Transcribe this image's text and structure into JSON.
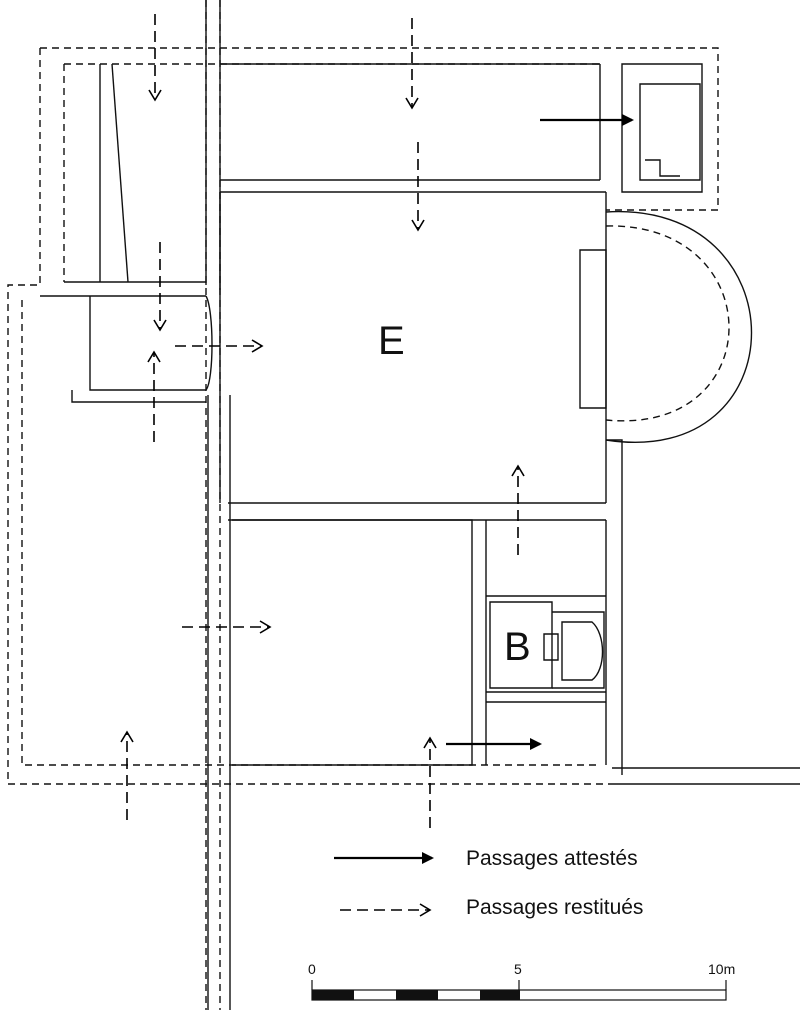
{
  "rooms": {
    "room_e": "E",
    "room_b": "B"
  },
  "legend": {
    "attested": "Passages attestés",
    "restored": "Passages restitués"
  },
  "scale": {
    "label_start": "0",
    "label_mid": "5",
    "label_end": "10m"
  },
  "colors": {
    "ink": "#111111",
    "background": "#ffffff"
  }
}
